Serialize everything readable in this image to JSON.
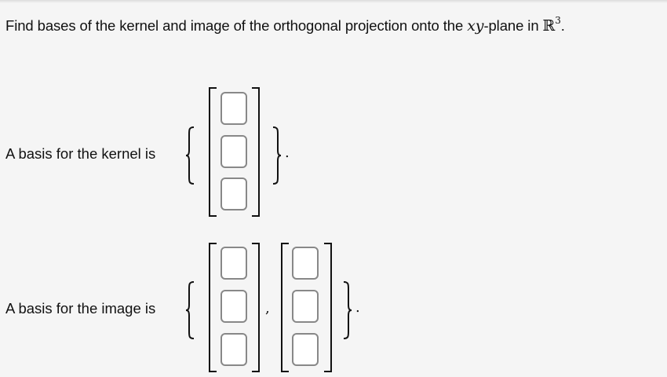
{
  "question": {
    "prefix": "Find bases of the kernel and image of the orthogonal projection onto the ",
    "math_var": "xy",
    "mid": "-plane in ",
    "space": "ℝ",
    "space_exp": "3",
    "suffix": "."
  },
  "kernel": {
    "label": "A basis for the kernel is",
    "vectors": [
      {
        "entries": [
          "",
          "",
          ""
        ]
      }
    ],
    "closing": "."
  },
  "image": {
    "label": "A basis for the image is",
    "vectors": [
      {
        "entries": [
          "",
          "",
          ""
        ]
      },
      {
        "entries": [
          "",
          "",
          ""
        ]
      }
    ],
    "separator": ",",
    "closing": "."
  },
  "colors": {
    "background": "#f5f5f5",
    "input_border": "#888888",
    "input_fill": "#ffffff",
    "text": "#111111"
  }
}
